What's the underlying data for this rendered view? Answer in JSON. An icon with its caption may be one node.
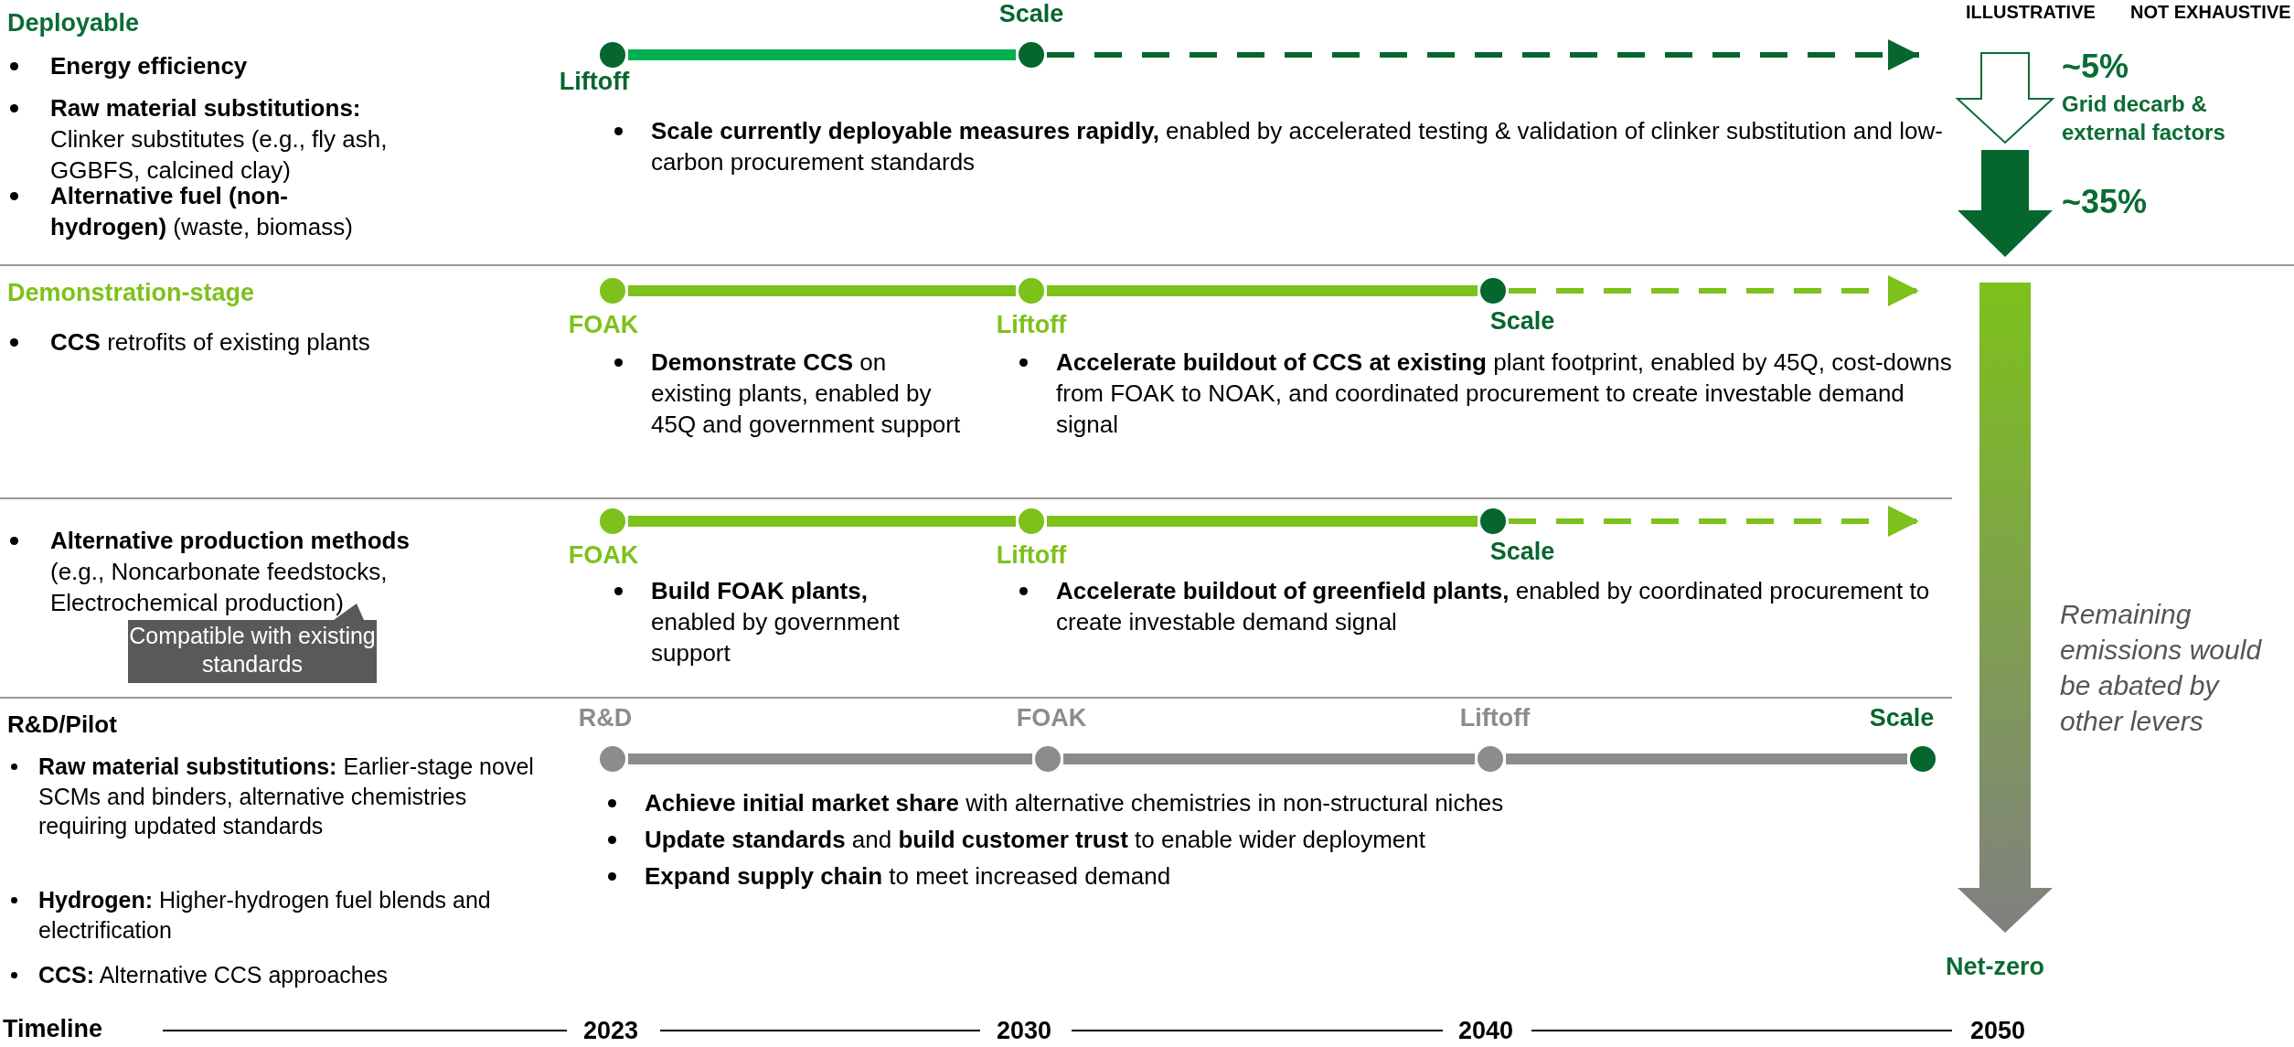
{
  "diagram": {
    "nodes": [
      {
        "text": [],
        "shape": "circle",
        "beside": [
          "Liftoff"
        ]
      },
      {
        "text": [],
        "shape": "circle",
        "beside": [
          "Scale"
        ]
      },
      {
        "text": [],
        "shape": "circle",
        "beside": [
          "FOAK"
        ]
      },
      {
        "text": [],
        "shape": "circle",
        "beside": [
          "Liftoff"
        ]
      },
      {
        "text": [],
        "shape": "circle",
        "beside": [
          "Scale"
        ]
      },
      {
        "text": [],
        "shape": "circle",
        "beside": [
          "FOAK"
        ]
      },
      {
        "text": [],
        "shape": "circle",
        "beside": [
          "Liftoff"
        ]
      },
      {
        "text": [],
        "shape": "circle",
        "beside": [
          "Scale"
        ]
      },
      {
        "text": [],
        "shape": "circle",
        "beside": [
          "R&D"
        ]
      },
      {
        "text": [],
        "shape": "circle",
        "beside": [
          "FOAK"
        ]
      },
      {
        "text": [],
        "shape": "circle",
        "beside": [
          "Liftoff"
        ]
      },
      {
        "text": [],
        "shape": "circle",
        "beside": [
          "Scale"
        ]
      },
      {
        "text": [
          "Compatible with existing standards"
        ]
      }
    ],
    "edges": [
      {
        "from": 0,
        "to": 1,
        "arrow": "none",
        "color": "#00b050"
      },
      {
        "from": 1,
        "to": null,
        "arrow": "to",
        "style": "dashed",
        "color": "#05662e"
      },
      {
        "from": 2,
        "to": 3,
        "arrow": "none"
      },
      {
        "from": 3,
        "to": 4,
        "arrow": "none"
      },
      {
        "from": 4,
        "to": null,
        "arrow": "to",
        "style": "dashed"
      },
      {
        "from": 5,
        "to": 6,
        "arrow": "none"
      },
      {
        "from": 6,
        "to": 7,
        "arrow": "none"
      },
      {
        "from": 7,
        "to": null,
        "arrow": "to",
        "style": "dashed"
      },
      {
        "from": 8,
        "to": 9,
        "arrow": "none",
        "color": "#8c8c8c"
      },
      {
        "from": 9,
        "to": 10,
        "arrow": "none",
        "color": "#8c8c8c"
      },
      {
        "from": 10,
        "to": 11,
        "arrow": "none",
        "color": "#8c8c8c"
      }
    ],
    "labels": [
      "ILLUSTRATIVE",
      "NOT EXHAUSTIVE",
      "Deployable",
      "Energy efficiency",
      "**Raw material substitutions:** Clinker substitutes (e.g., fly ash, GGBFS, calcined clay)",
      "**Alternative fuel (non-hydrogen)** (waste, biomass)",
      "**Scale currently deployable measures rapidly,** enabled by accelerated testing & validation of clinker substitution and low-carbon procurement standards",
      "~5%",
      "Grid decarb & external factors",
      "~35%",
      "Demonstration-stage",
      "**CCS** retrofits of existing plants",
      "**Demonstrate CCS** on existing plants, enabled by 45Q and government support",
      "**Accelerate buildout of CCS at existing** plant footprint, enabled by 45Q, cost-downs from FOAK to NOAK, and coordinated procurement to create investable demand signal",
      "**Alternative production methods** (e.g., Noncarbonate feedstocks, Electrochemical production)",
      "**Build FOAK plants,** enabled by government support",
      "**Accelerate buildout of greenfield plants,** enabled by coordinated procurement to create investable demand signal",
      "Remaining emissions would be abated by other levers",
      "R&D/Pilot",
      "**Raw material substitutions:** Earlier-stage novel SCMs and binders, alternative chemistries requiring updated standards",
      "**Hydrogen:** Higher-hydrogen fuel blends and electrification",
      "**CCS:** Alternative CCS approaches",
      "**Achieve initial market share** with alternative chemistries in non-structural niches",
      "**Update standards** and **build customer trust** to enable wider deployment",
      "**Expand supply chain** to meet increased demand",
      "Net-zero",
      "Timeline",
      "2023",
      "2030",
      "2040",
      "2050"
    ]
  }
}
